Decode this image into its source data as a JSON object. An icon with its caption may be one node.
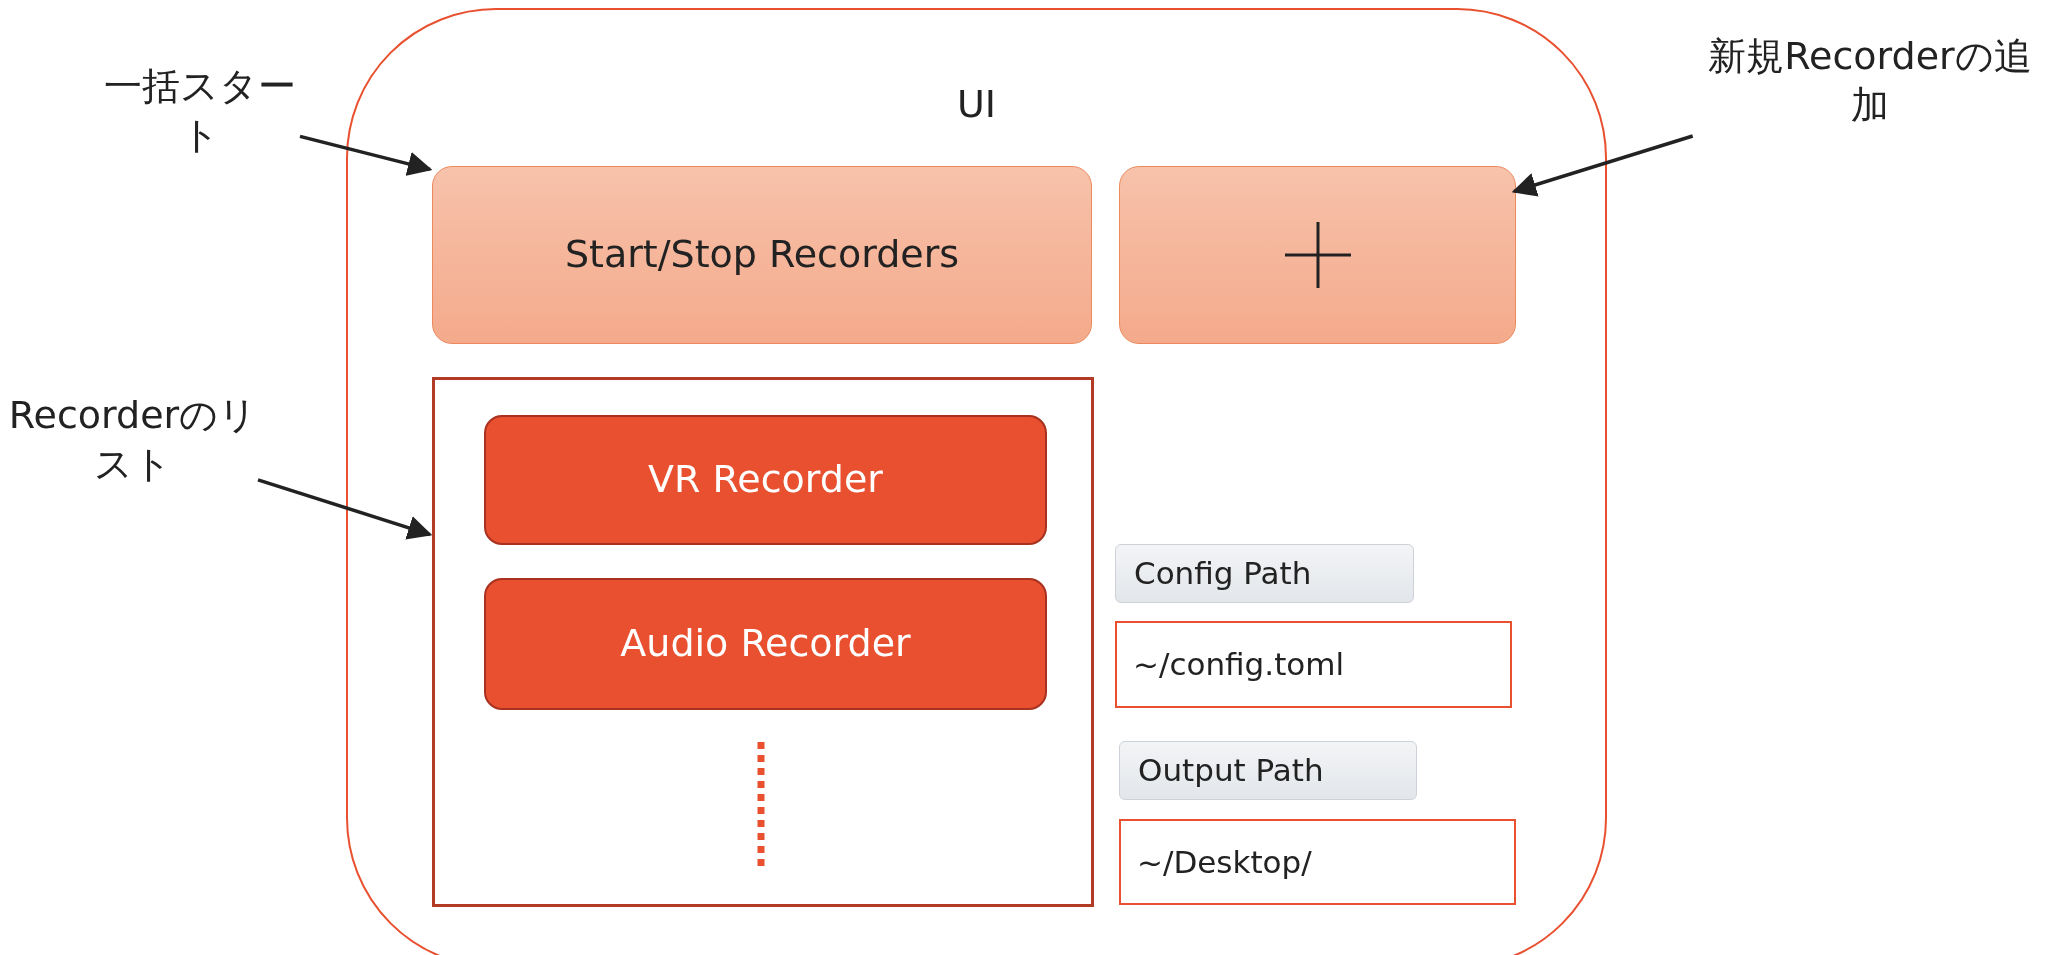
{
  "diagram": {
    "nodes": [
      {
        "text": [
          "UI"
        ]
      },
      {
        "text": [
          "Start/Stop Recorders"
        ],
        "in": 0
      },
      {
        "text": [],
        "shape": "box",
        "in": 0
      },
      {
        "text": [],
        "shape": "box",
        "in": 0
      },
      {
        "text": [
          "VR Recorder"
        ],
        "in": 3
      },
      {
        "text": [
          "Audio Recorder"
        ],
        "in": 3
      },
      {
        "text": [
          "Config Path"
        ],
        "in": 0
      },
      {
        "text": [
          "~/config.toml"
        ],
        "in": 0
      },
      {
        "text": [
          "Output Path"
        ],
        "in": 0
      },
      {
        "text": [
          "~/Desktop/"
        ],
        "in": 0
      },
      {
        "text": [
          "一括スタート"
        ]
      },
      {
        "text": [
          "新規Recorderの追加"
        ]
      },
      {
        "text": [
          "Recorderのリスト"
        ]
      }
    ],
    "edges": [
      {
        "from": 10,
        "to": 1,
        "arrow": "to"
      },
      {
        "from": 11,
        "to": 2,
        "arrow": "to"
      },
      {
        "from": 12,
        "to": 3,
        "arrow": "to"
      }
    ]
  }
}
